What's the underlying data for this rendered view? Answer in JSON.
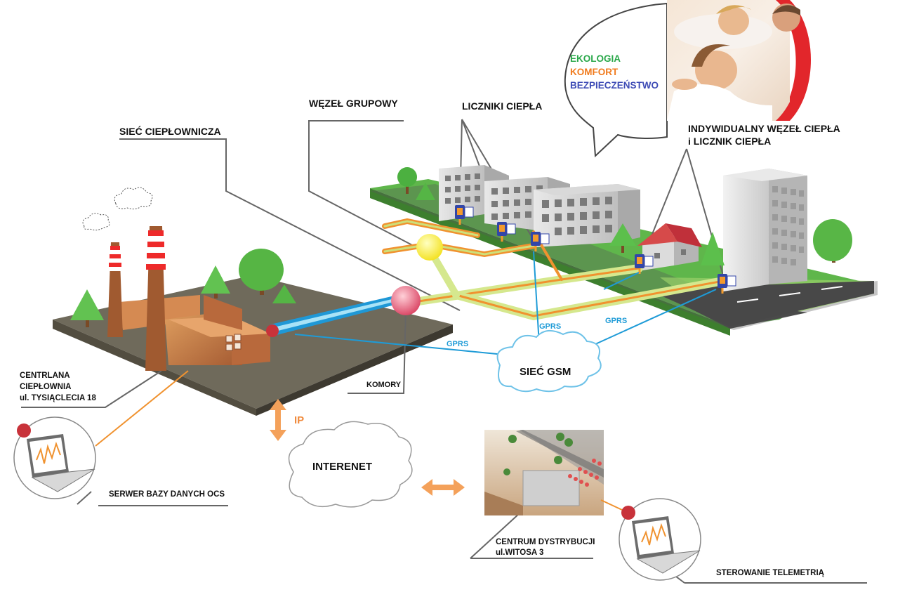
{
  "labels": {
    "network": "SIEĆ CIEPŁOWNICZA",
    "group_node": "WĘZEŁ GRUPOWY",
    "heat_meters": "LICZNIKI CIEPŁA",
    "individual_line1": "INDYWIDUALNY WĘZEŁ CIEPŁA",
    "individual_line2": "i LICZNIK CIEPŁA",
    "plant_line1": "CENTRLANA",
    "plant_line2": "CIEPŁOWNIA",
    "plant_line3": "ul. TYSIĄCLECIA 18",
    "chambers": "KOMORY",
    "gsm": "SIEĆ GSM",
    "gprs": "GPRS",
    "ip": "IP",
    "internet": "INTERENET",
    "server": "SERWER BAZY DANYCH OCS",
    "center_line1": "CENTRUM DYSTRYBUCJI",
    "center_line2": "ul.WITOSA 3",
    "telemetry": "STEROWANIE TELEMETRIĄ"
  },
  "bubble": {
    "ecology": "EKOLOGIA",
    "comfort": "KOMFORT",
    "safety": "BEZPIECZEŃSTWO"
  },
  "colors": {
    "ecology": "#2aa84a",
    "comfort": "#f07b1e",
    "safety": "#3d4bb5",
    "gprs": "#1e9bd7",
    "pipe_orange": "#f0922f",
    "pipe_green": "#b9d86a",
    "grass": "#5cb848",
    "ground": "#6e6a5c"
  }
}
